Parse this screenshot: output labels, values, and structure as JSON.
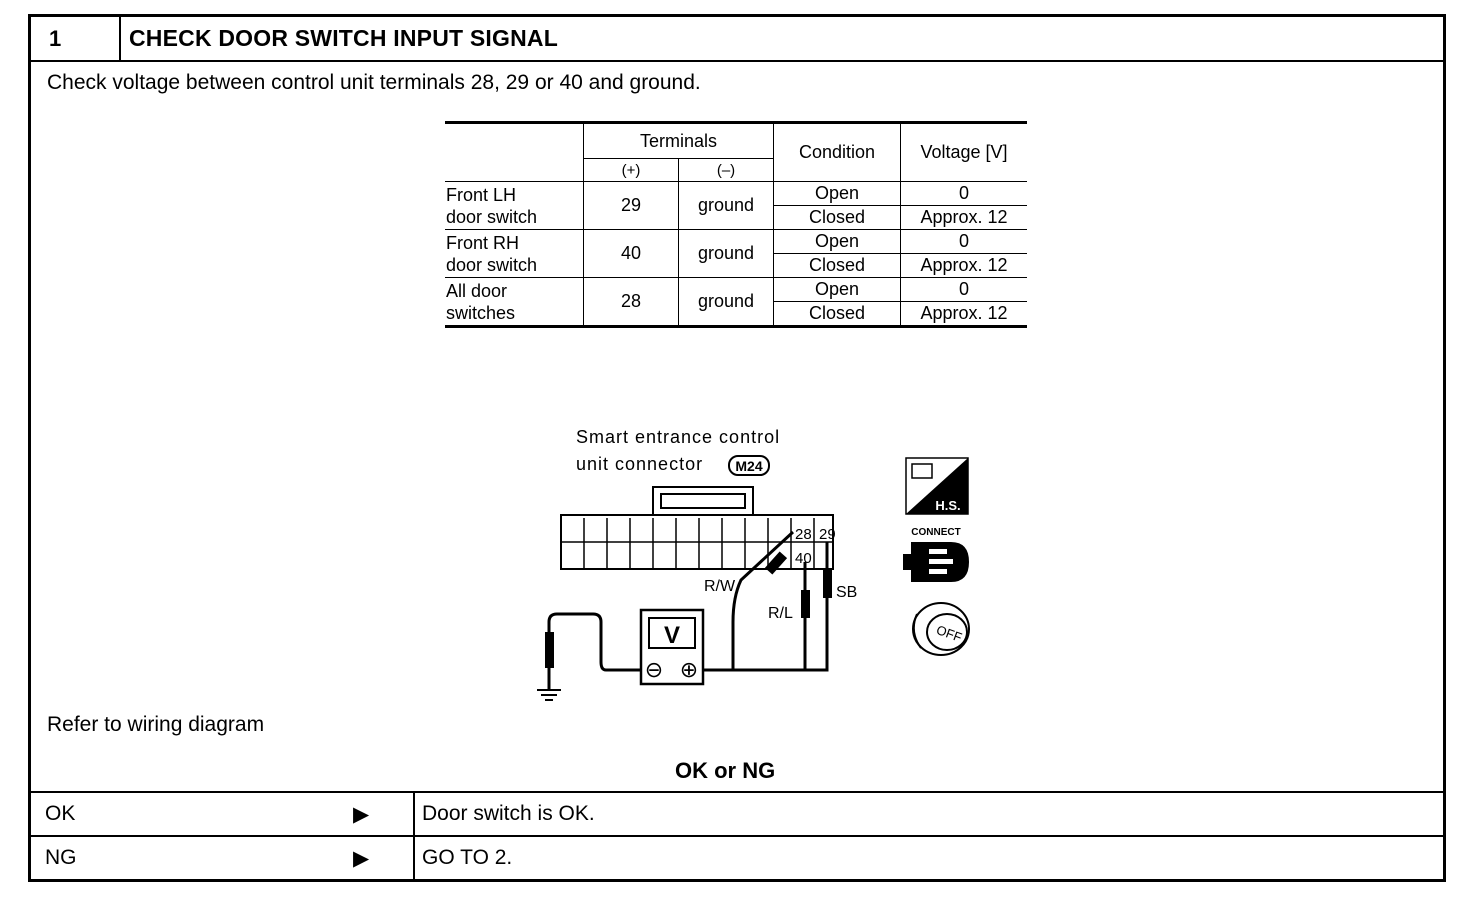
{
  "header": {
    "step_number": "1",
    "title": "CHECK DOOR SWITCH INPUT SIGNAL"
  },
  "instruction": "Check voltage between control unit terminals 28, 29 or 40 and ground.",
  "table": {
    "headers": {
      "terminals": "Terminals",
      "plus": "(+)",
      "minus": "(–)",
      "condition": "Condition",
      "voltage": "Voltage [V]"
    },
    "rows": [
      {
        "item_line1": "Front LH",
        "item_line2": "door switch",
        "plus": "29",
        "minus": "ground",
        "cond_open": "Open",
        "volt_open": "0",
        "cond_closed": "Closed",
        "volt_closed": "Approx. 12"
      },
      {
        "item_line1": "Front RH",
        "item_line2": "door switch",
        "plus": "40",
        "minus": "ground",
        "cond_open": "Open",
        "volt_open": "0",
        "cond_closed": "Closed",
        "volt_closed": "Approx. 12"
      },
      {
        "item_line1": "All door",
        "item_line2": "switches",
        "plus": "28",
        "minus": "ground",
        "cond_open": "Open",
        "volt_open": "0",
        "cond_closed": "Closed",
        "volt_closed": "Approx. 12"
      }
    ]
  },
  "diagram": {
    "caption_line1": "Smart entrance control",
    "caption_line2": "unit connector",
    "connector_id": "M24",
    "pin_28": "28",
    "pin_29": "29",
    "pin_40": "40",
    "wire_rw": "R/W",
    "wire_rl": "R/L",
    "wire_sb": "SB",
    "meter_symbol": "V",
    "minus_symbol": "⊖",
    "plus_symbol": "⊕",
    "hs_label": "H.S.",
    "connect_label": "CONNECT",
    "off_label": "OFF"
  },
  "refer": "Refer to wiring diagram",
  "okng_title": "OK or NG",
  "results": [
    {
      "label": "OK",
      "arrow": "▶",
      "text": "Door switch is OK."
    },
    {
      "label": "NG",
      "arrow": "▶",
      "text": "GO TO 2."
    }
  ]
}
